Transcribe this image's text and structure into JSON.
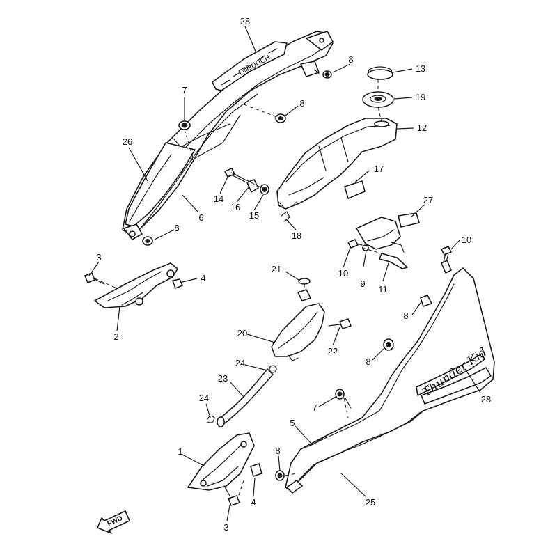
{
  "decal_text": "Thunder Kid",
  "fwd_label": "FWD",
  "callouts": [
    {
      "id": "c28a",
      "text": "28"
    },
    {
      "id": "c8a",
      "text": "8"
    },
    {
      "id": "c13",
      "text": "13"
    },
    {
      "id": "c19",
      "text": "19"
    },
    {
      "id": "c7a",
      "text": "7"
    },
    {
      "id": "c8b",
      "text": "8"
    },
    {
      "id": "c12",
      "text": "12"
    },
    {
      "id": "c26",
      "text": "26"
    },
    {
      "id": "c17",
      "text": "17"
    },
    {
      "id": "c14",
      "text": "14"
    },
    {
      "id": "c16",
      "text": "16"
    },
    {
      "id": "c15",
      "text": "15"
    },
    {
      "id": "c6",
      "text": "6"
    },
    {
      "id": "c27",
      "text": "27"
    },
    {
      "id": "c8c",
      "text": "8"
    },
    {
      "id": "c18",
      "text": "18"
    },
    {
      "id": "c10a",
      "text": "10"
    },
    {
      "id": "c3a",
      "text": "3"
    },
    {
      "id": "c4a",
      "text": "4"
    },
    {
      "id": "c10b",
      "text": "10"
    },
    {
      "id": "c9",
      "text": "9"
    },
    {
      "id": "c11",
      "text": "11"
    },
    {
      "id": "c21",
      "text": "21"
    },
    {
      "id": "c2",
      "text": "2"
    },
    {
      "id": "c8d",
      "text": "8"
    },
    {
      "id": "c20",
      "text": "20"
    },
    {
      "id": "c22",
      "text": "22"
    },
    {
      "id": "c8e",
      "text": "8"
    },
    {
      "id": "c24a",
      "text": "24"
    },
    {
      "id": "c28b",
      "text": "28"
    },
    {
      "id": "c23",
      "text": "23"
    },
    {
      "id": "c24b",
      "text": "24"
    },
    {
      "id": "c7b",
      "text": "7"
    },
    {
      "id": "c5",
      "text": "5"
    },
    {
      "id": "c1",
      "text": "1"
    },
    {
      "id": "c8f",
      "text": "8"
    },
    {
      "id": "c4b",
      "text": "4"
    },
    {
      "id": "c25",
      "text": "25"
    },
    {
      "id": "c3b",
      "text": "3"
    }
  ]
}
